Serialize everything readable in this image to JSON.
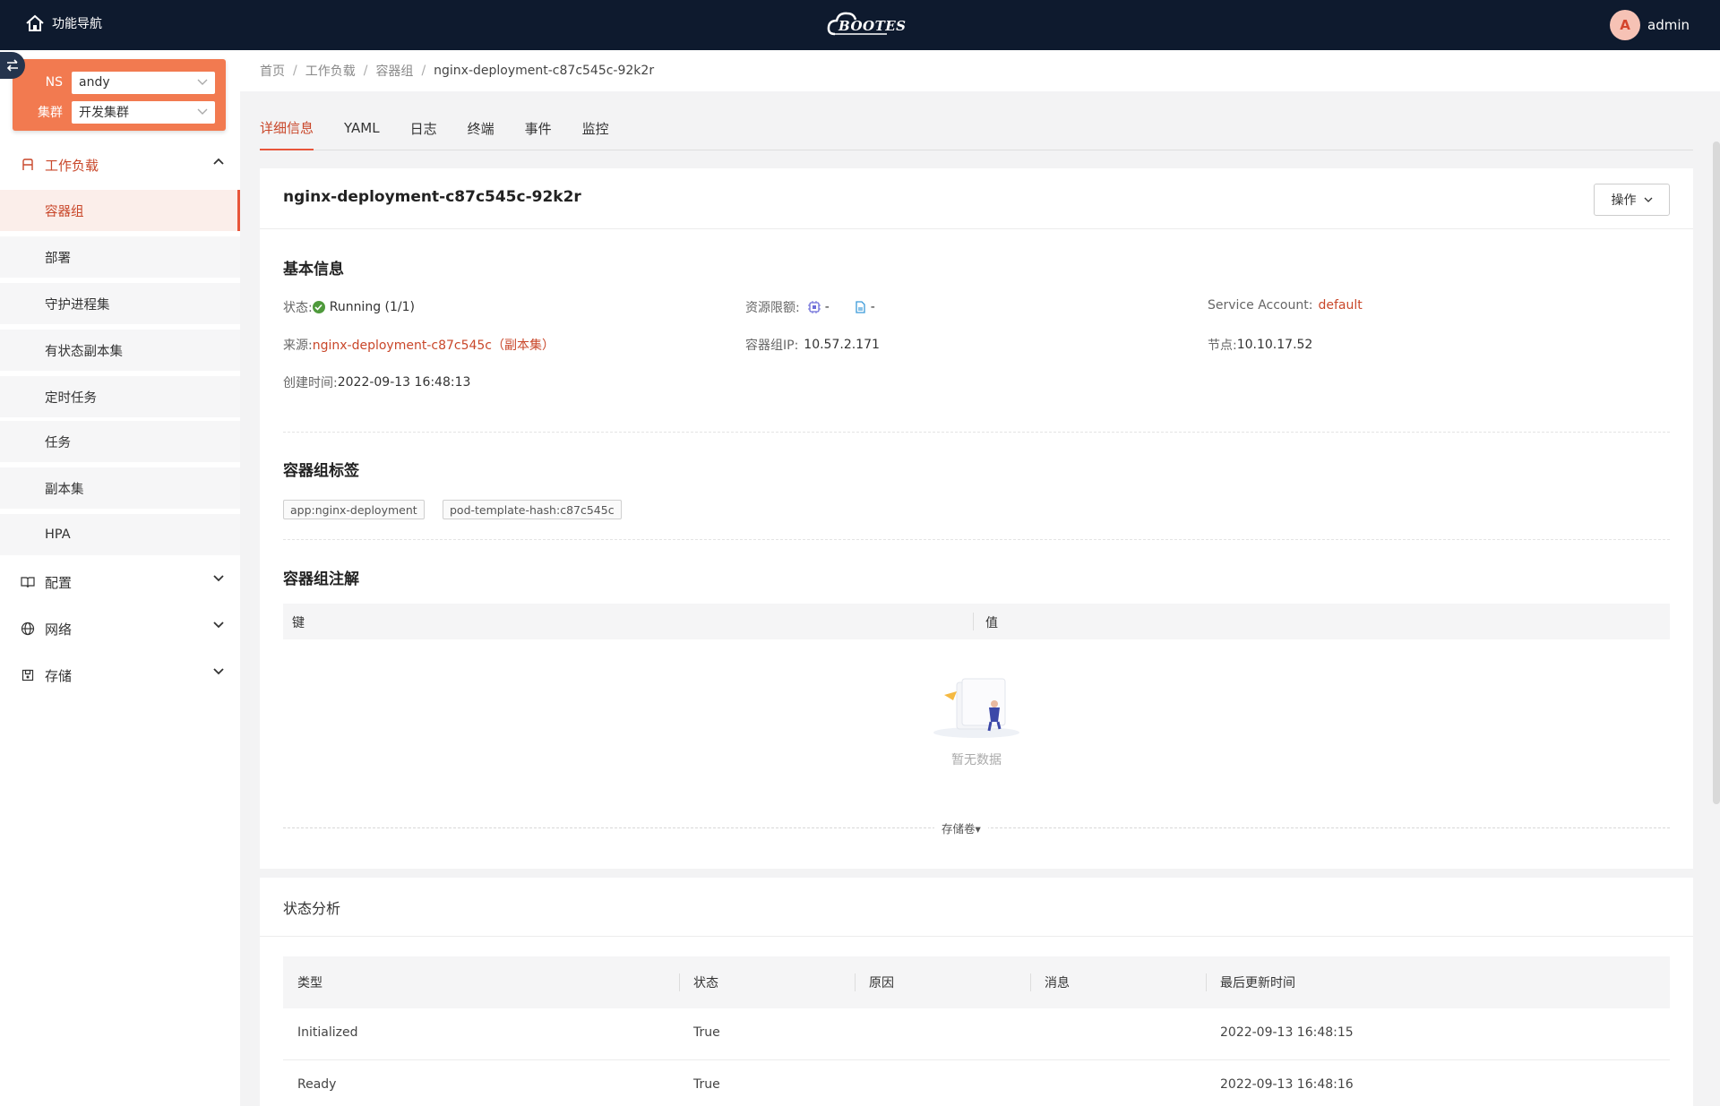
{
  "topbar": {
    "nav_label": "功能导航",
    "logo": "BOOTES",
    "avatar_letter": "A",
    "username": "admin"
  },
  "sidebar": {
    "ns_label": "NS",
    "ns_value": "andy",
    "cluster_label": "集群",
    "cluster_value": "开发集群",
    "workload_group": "工作负载",
    "workload_items": [
      "容器组",
      "部署",
      "守护进程集",
      "有状态副本集",
      "定时任务",
      "任务",
      "副本集",
      "HPA"
    ],
    "config_group": "配置",
    "network_group": "网络",
    "storage_group": "存储"
  },
  "breadcrumb": [
    "首页",
    "工作负载",
    "容器组",
    "nginx-deployment-c87c545c-92k2r"
  ],
  "tabs": [
    "详细信息",
    "YAML",
    "日志",
    "终端",
    "事件",
    "监控"
  ],
  "detail": {
    "pod_name": "nginx-deployment-c87c545c-92k2r",
    "op_button": "操作",
    "basic_title": "基本信息",
    "status_label": "状态:",
    "status_value": "Running (1/1)",
    "resource_label": "资源限额:",
    "cpu_value": "-",
    "mem_value": "-",
    "sa_label": "Service Account:",
    "sa_value": "default",
    "source_label": "来源:",
    "source_value": "nginx-deployment-c87c545c（副本集）",
    "ip_label": "容器组IP:",
    "ip_value": "10.57.2.171",
    "node_label": "节点:",
    "node_value": "10.10.17.52",
    "created_label": "创建时间:",
    "created_value": "2022-09-13 16:48:13",
    "labels_title": "容器组标签",
    "labels": [
      "app:nginx-deployment",
      "pod-template-hash:c87c545c"
    ],
    "anno_title": "容器组注解",
    "anno_key": "键",
    "anno_value": "值",
    "empty_text": "暂无数据",
    "storage_toggle": "存储卷▾"
  },
  "status_analysis": {
    "title": "状态分析",
    "columns": [
      "类型",
      "状态",
      "原因",
      "消息",
      "最后更新时间"
    ],
    "rows": [
      {
        "type": "Initialized",
        "status": "True",
        "reason": "",
        "message": "",
        "time": "2022-09-13 16:48:15"
      },
      {
        "type": "Ready",
        "status": "True",
        "reason": "",
        "message": "",
        "time": "2022-09-13 16:48:16"
      }
    ]
  },
  "colors": {
    "topbar": "#0e1a2e",
    "accent": "#e8553a",
    "ns_box": "#f27a50",
    "link": "#c9472a",
    "ok": "#4f9a3c"
  }
}
